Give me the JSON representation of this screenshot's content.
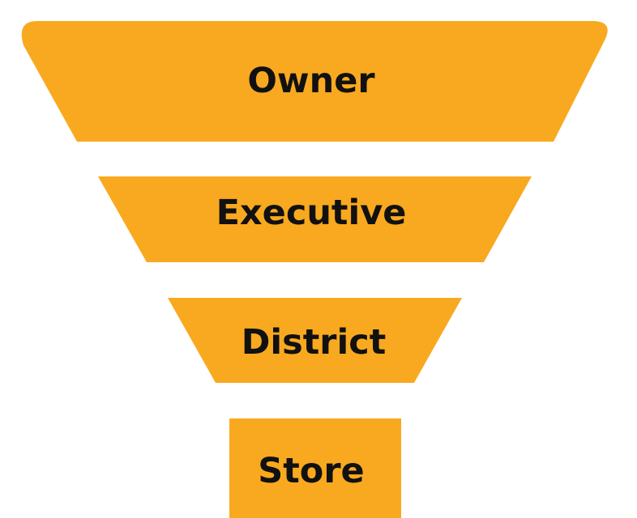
{
  "diagram": {
    "colors": {
      "tier_fill": "#F9A91F",
      "label_text": "#111111",
      "background": "#FFFFFF"
    },
    "tiers": [
      {
        "label": "Owner"
      },
      {
        "label": "Executive"
      },
      {
        "label": "District"
      },
      {
        "label": "Store"
      }
    ]
  }
}
